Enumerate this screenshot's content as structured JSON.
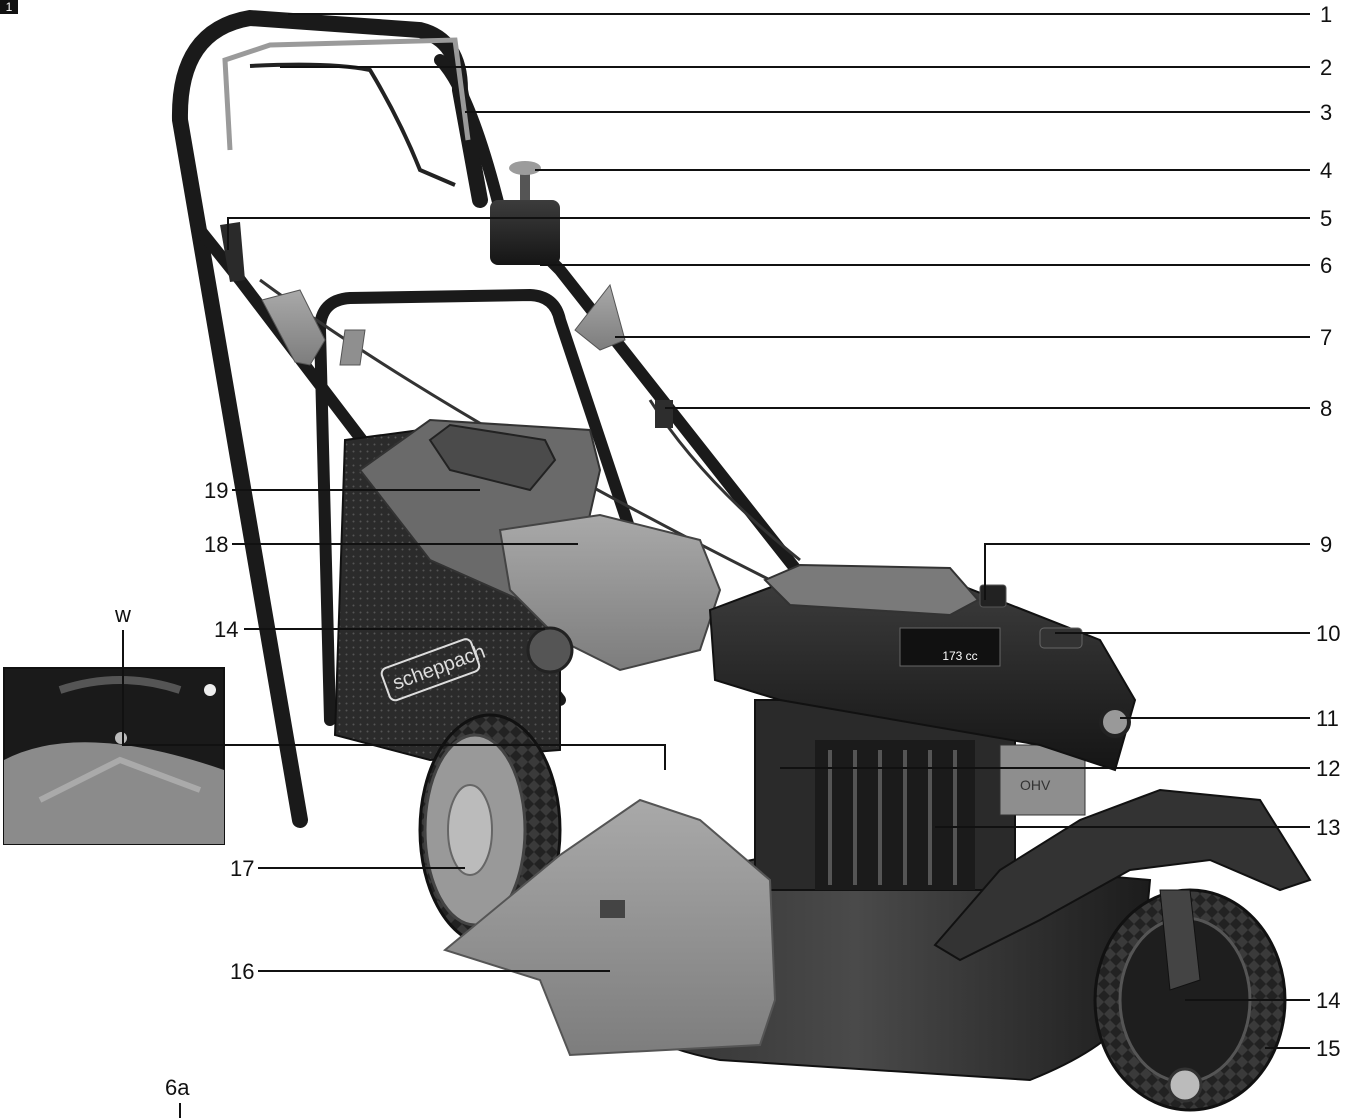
{
  "figure": {
    "corner_tag": "1",
    "brand_text": "scheppach",
    "engine_badge": "173 cc",
    "engine_brand": "OHV",
    "callouts_right": [
      "1",
      "2",
      "3",
      "4",
      "5",
      "6",
      "7",
      "8",
      "9",
      "10",
      "11",
      "12",
      "13",
      "14",
      "15"
    ],
    "callouts_left": [
      "19",
      "18",
      "14",
      "17",
      "16"
    ],
    "inset_label": "w",
    "bottom_label": "6a"
  }
}
